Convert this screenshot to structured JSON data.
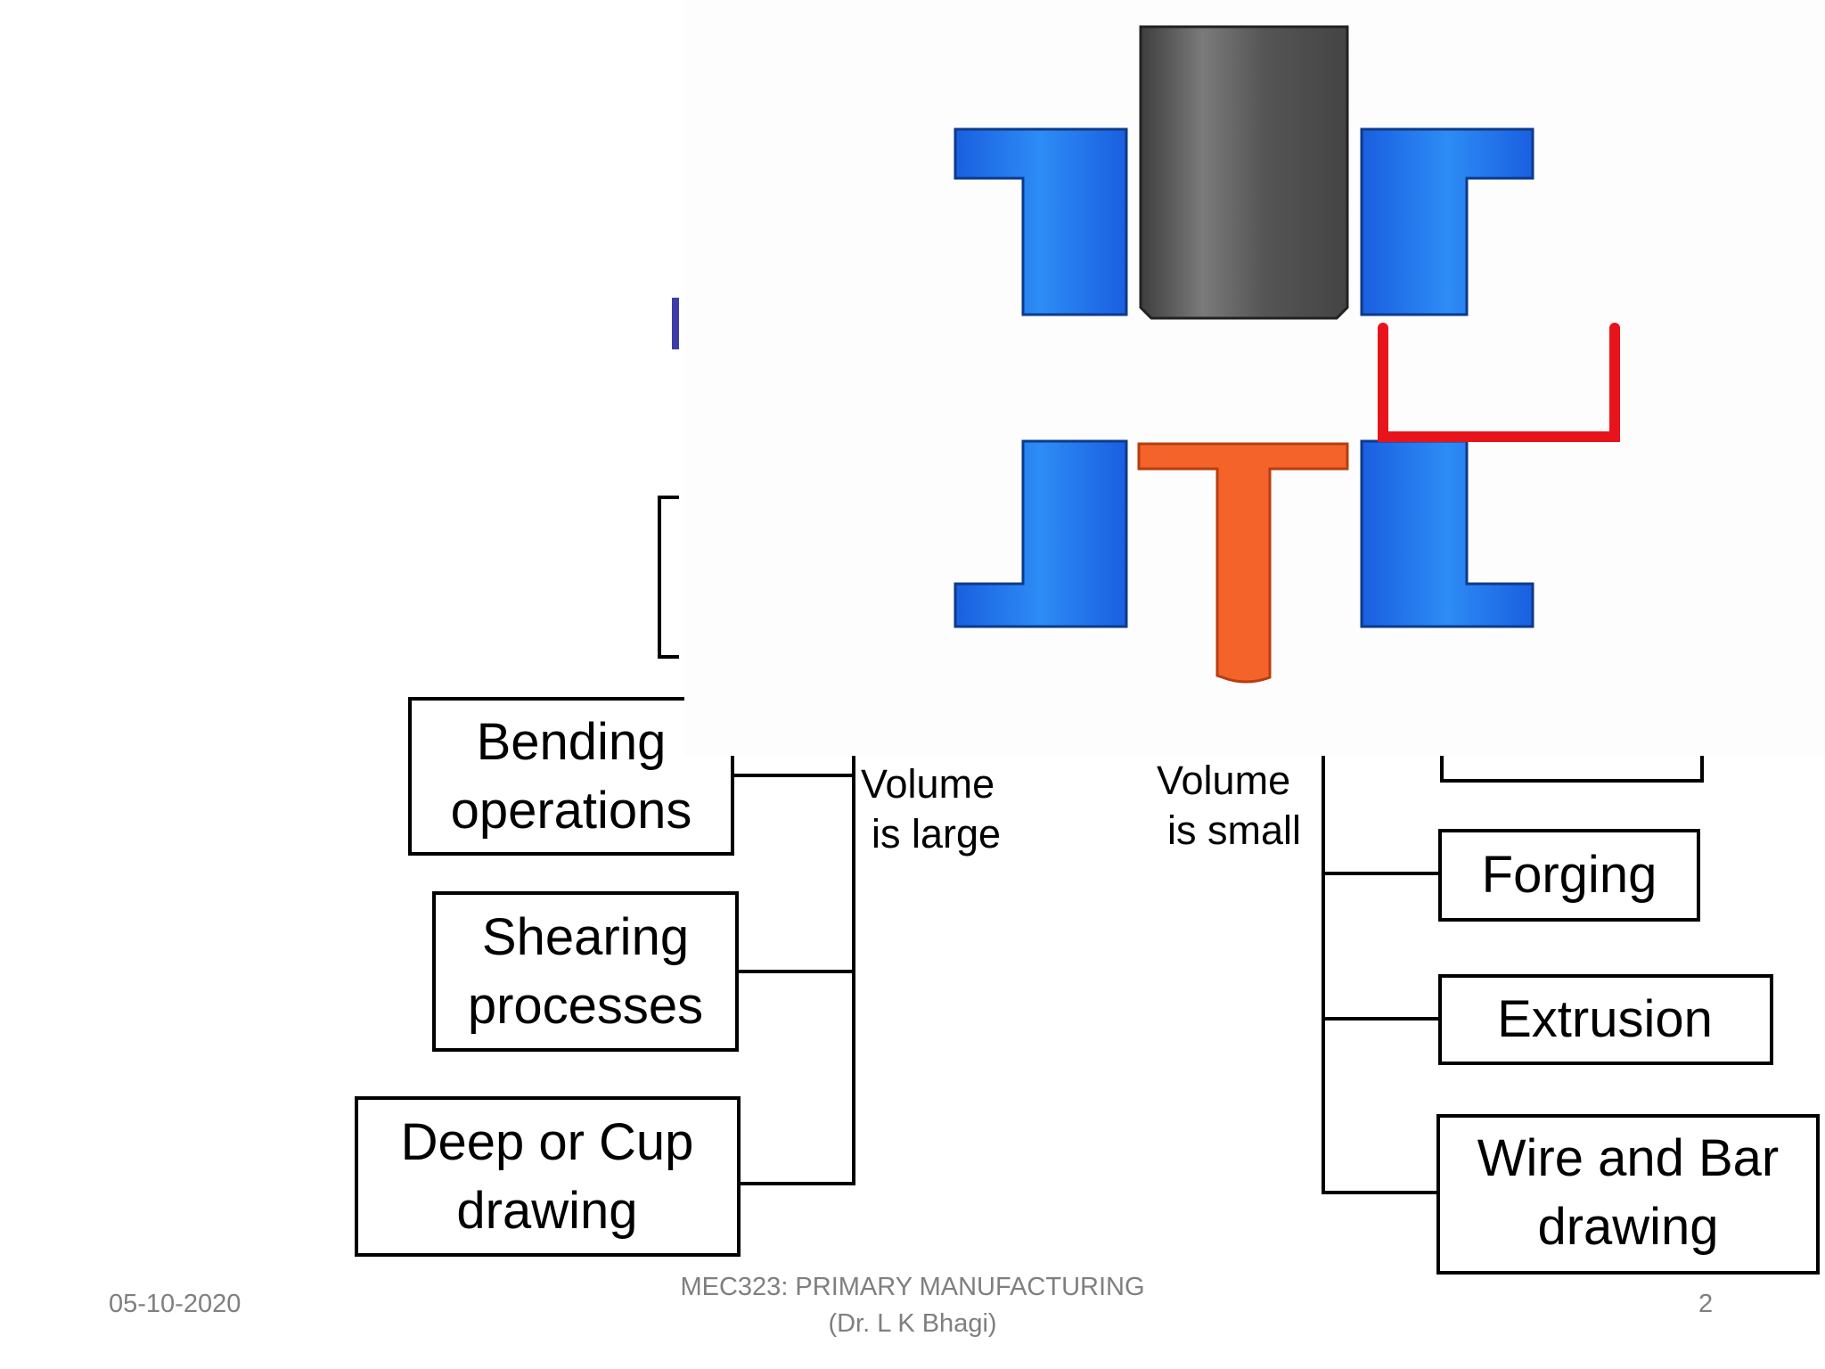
{
  "diagram": {
    "left_group": {
      "volume_label_line1": "Volume",
      "volume_label_line2": "is large",
      "boxes": [
        {
          "line1": "Bending",
          "line2": "operations"
        },
        {
          "line1": "Shearing",
          "line2": "processes"
        },
        {
          "line1": "Deep or Cup",
          "line2": "drawing"
        }
      ]
    },
    "right_group": {
      "volume_label_line1": "Volume",
      "volume_label_line2": "is small",
      "boxes": [
        {
          "line1": "Forging"
        },
        {
          "line1": "Extrusion"
        },
        {
          "line1": "Wire and Bar",
          "line2": "drawing"
        }
      ]
    }
  },
  "animation_overlay": {
    "description_icon": "extrusion-die-animation",
    "colors": {
      "die": "#1f6fe8",
      "die_highlight": "#3aa0ff",
      "billet": "#5a5a5a",
      "ram": "#f4642a",
      "extruded_profile": "#e8141c"
    }
  },
  "footer": {
    "date": "05-10-2020",
    "course_line1": "MEC323: PRIMARY MANUFACTURING",
    "course_line2": "(Dr. L K Bhagi)",
    "page_number": "2"
  }
}
